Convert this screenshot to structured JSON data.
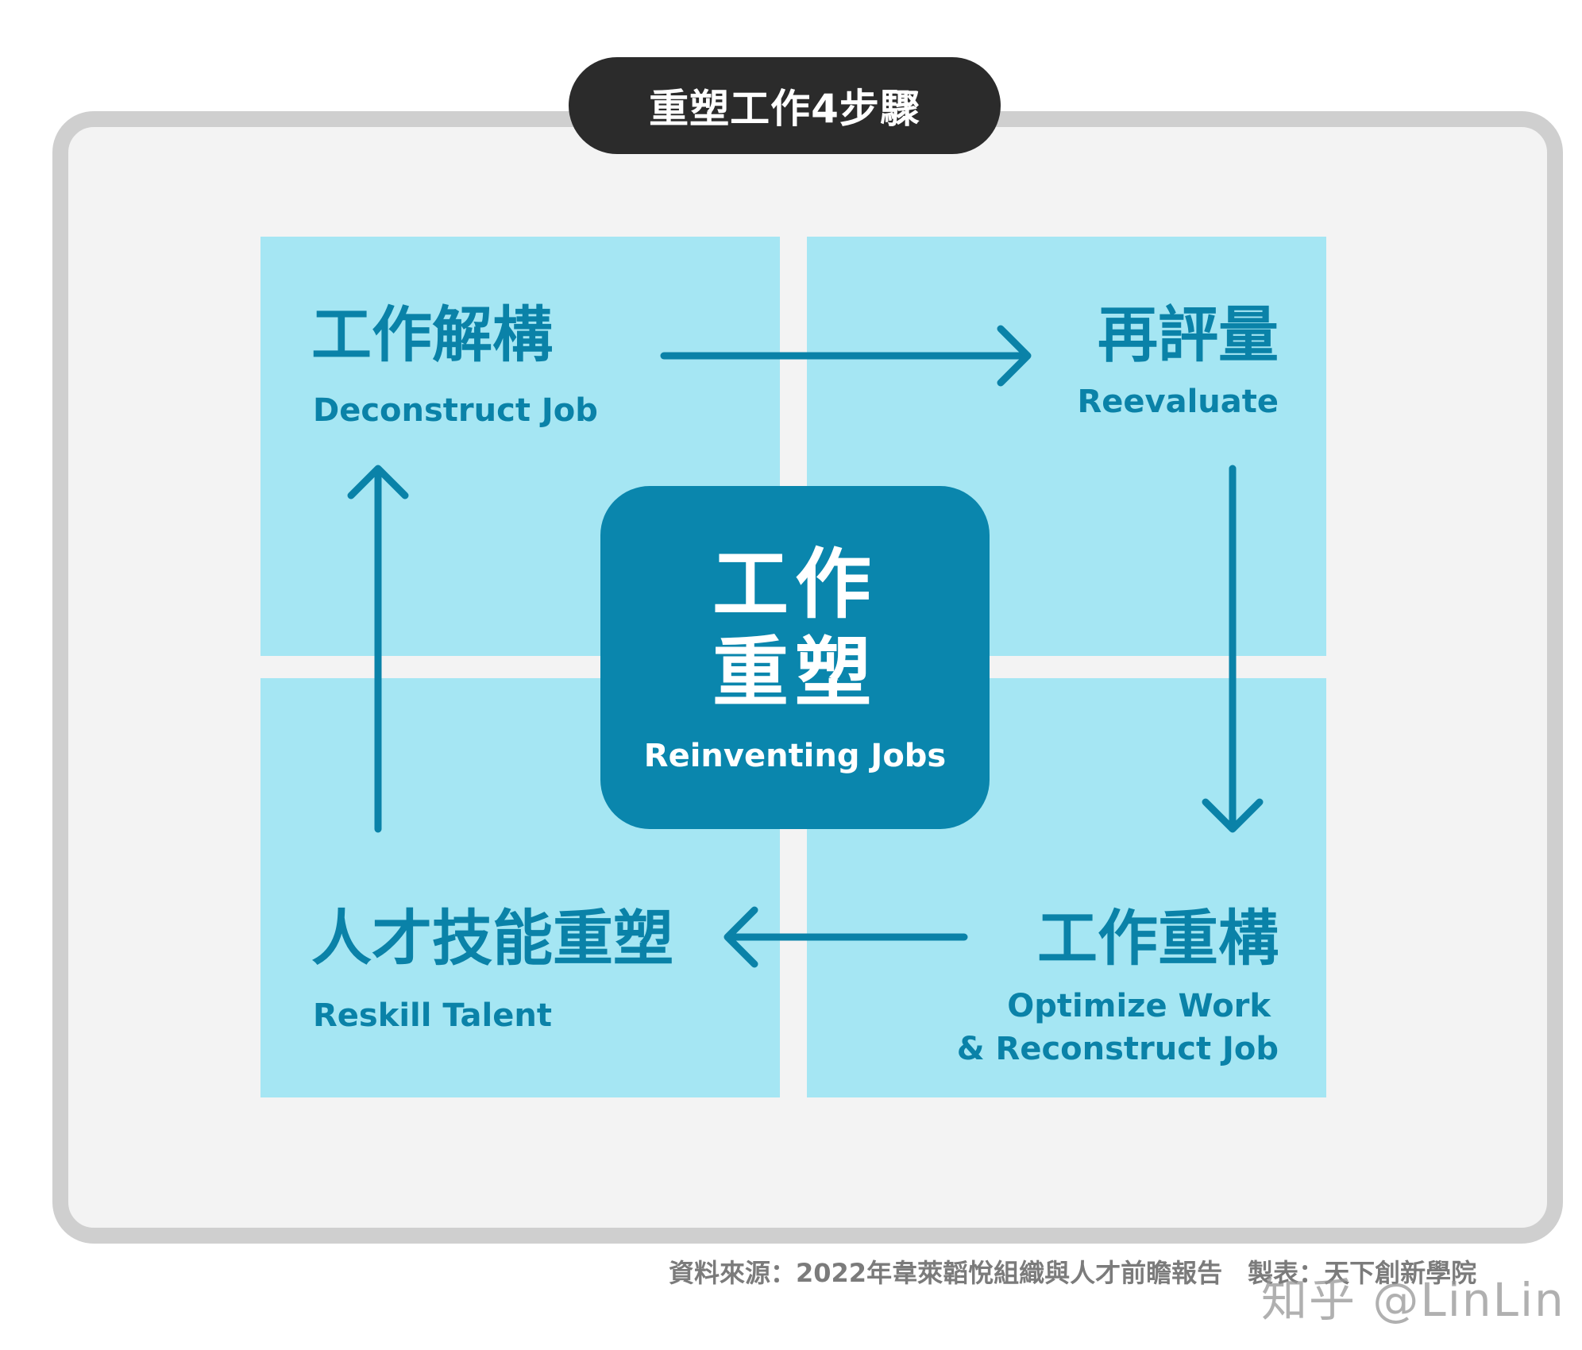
{
  "title": "重塑工作4步驟",
  "center": {
    "zh_line1": "工作",
    "zh_line2": "重塑",
    "en": "Reinventing Jobs"
  },
  "steps": [
    {
      "zh": "工作解構",
      "en": "Deconstruct Job"
    },
    {
      "zh": "再評量",
      "en": "Reevaluate"
    },
    {
      "zh": "工作重構",
      "en_line1": "Optimize Work",
      "en_line2": "& Reconstruct Job"
    },
    {
      "zh": "人才技能重塑",
      "en": "Reskill Talent"
    }
  ],
  "footer": {
    "source": "資料來源：2022年韋萊韜悅組織與人才前瞻報告　製表：天下創新學院"
  },
  "watermark": "知乎 @LinLin",
  "colors": {
    "quadrant": "#a5e6f3",
    "accent": "#0a82a8",
    "center": "#0a86ad",
    "title_pill": "#2b2b2b",
    "frame": "#cfcfcf"
  }
}
